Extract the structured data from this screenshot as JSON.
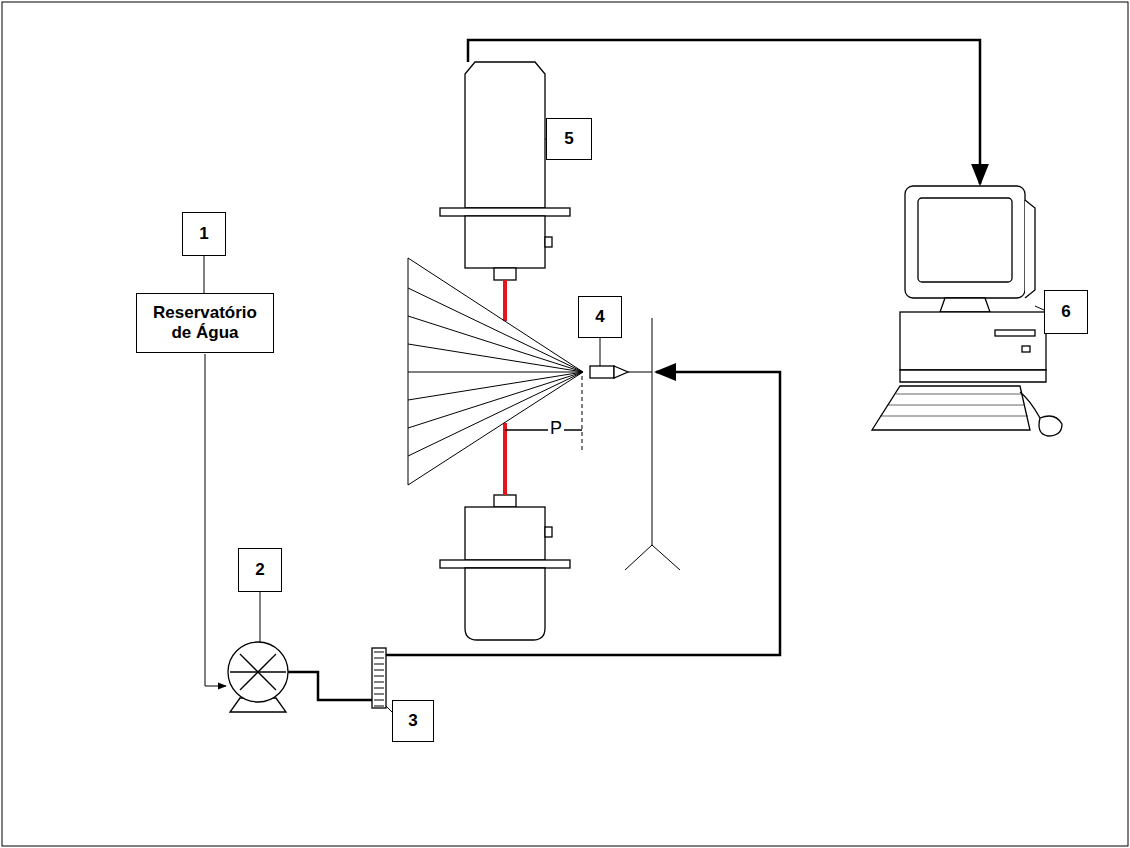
{
  "diagram": {
    "nodes": [
      {
        "text": [
          "5"
        ]
      },
      {
        "text": [
          "1"
        ]
      },
      {
        "text": [
          "Reservatório de Água"
        ]
      },
      {
        "text": [
          "4"
        ]
      },
      {
        "text": [
          "6"
        ]
      },
      {
        "text": [
          "2"
        ]
      },
      {
        "text": [
          "3"
        ]
      }
    ],
    "edges": [
      {
        "from": 1,
        "to": 2,
        "arrow": "none"
      }
    ],
    "labels": [
      "P"
    ]
  }
}
